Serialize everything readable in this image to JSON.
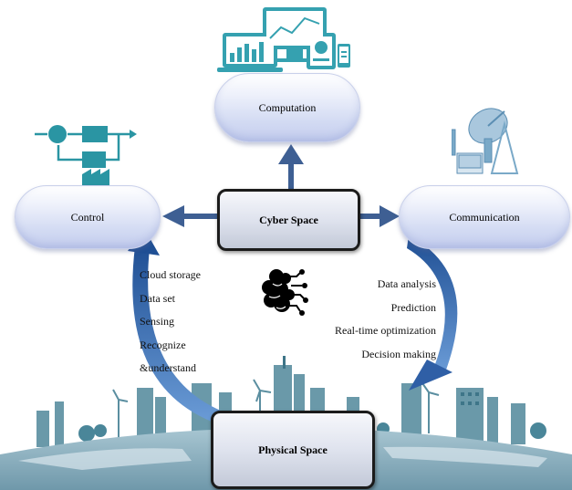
{
  "nodes": {
    "cyber": "Cyber Space",
    "physical": "Physical Space",
    "computation": "Computation",
    "control": "Control",
    "communication": "Communication"
  },
  "left_items": [
    "Cloud storage",
    "Data set",
    "Sensing",
    "Recognize",
    "&understand"
  ],
  "right_items": [
    "Data analysis",
    "Prediction",
    "Real-time optimization",
    "Decision making"
  ],
  "colors": {
    "arrow": "#3e5f93",
    "curve_arrow": "#2c5a9e",
    "icon_teal": "#2a95a3",
    "earth": "#8fb3c1",
    "city": "#4d8496"
  },
  "icons": [
    "devices-icon",
    "control-diagram-icon",
    "satellite-dish-icon",
    "brain-circuit-icon",
    "city-earth-illustration"
  ]
}
